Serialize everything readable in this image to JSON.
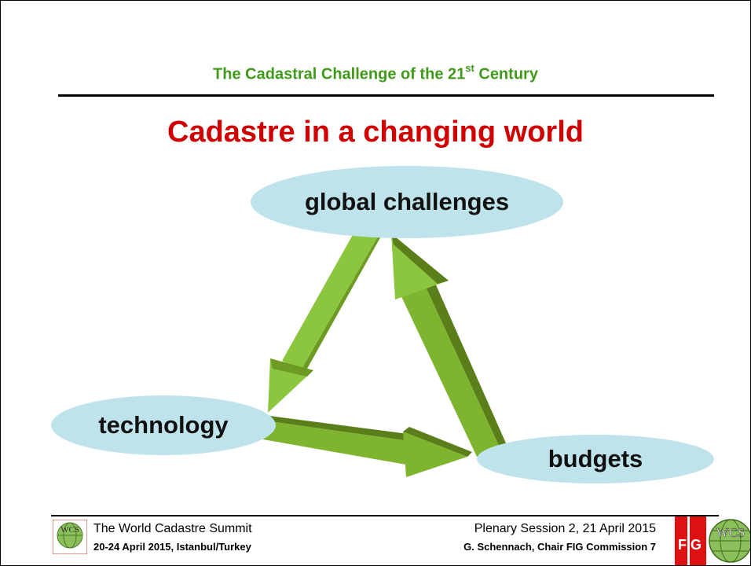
{
  "slide": {
    "header": {
      "title_pre": "The Cadastral Challenge of the 21",
      "title_sup": "st",
      "title_post": " Century"
    },
    "main_title": "Cadastre in a changing world",
    "diagram": {
      "node_top": "global challenges",
      "node_left": "technology",
      "node_right": "budgets"
    },
    "footer": {
      "left_line1": "The World Cadastre Summit",
      "left_line2": "20-24 April 2015, Istanbul/Turkey",
      "right_line1": "Plenary Session 2, 21 April 2015",
      "right_line2": "G. Schennach, Chair FIG Commission 7"
    },
    "logos": {
      "wcs_text": "WCS",
      "fig_text": "FIG"
    }
  },
  "colors": {
    "header_green": "#3f9a1a",
    "title_red": "#d00000",
    "ellipse_blue": "#bfe3ea",
    "arrow_light": "#8cc63f",
    "arrow_dark": "#5a7f1a"
  }
}
